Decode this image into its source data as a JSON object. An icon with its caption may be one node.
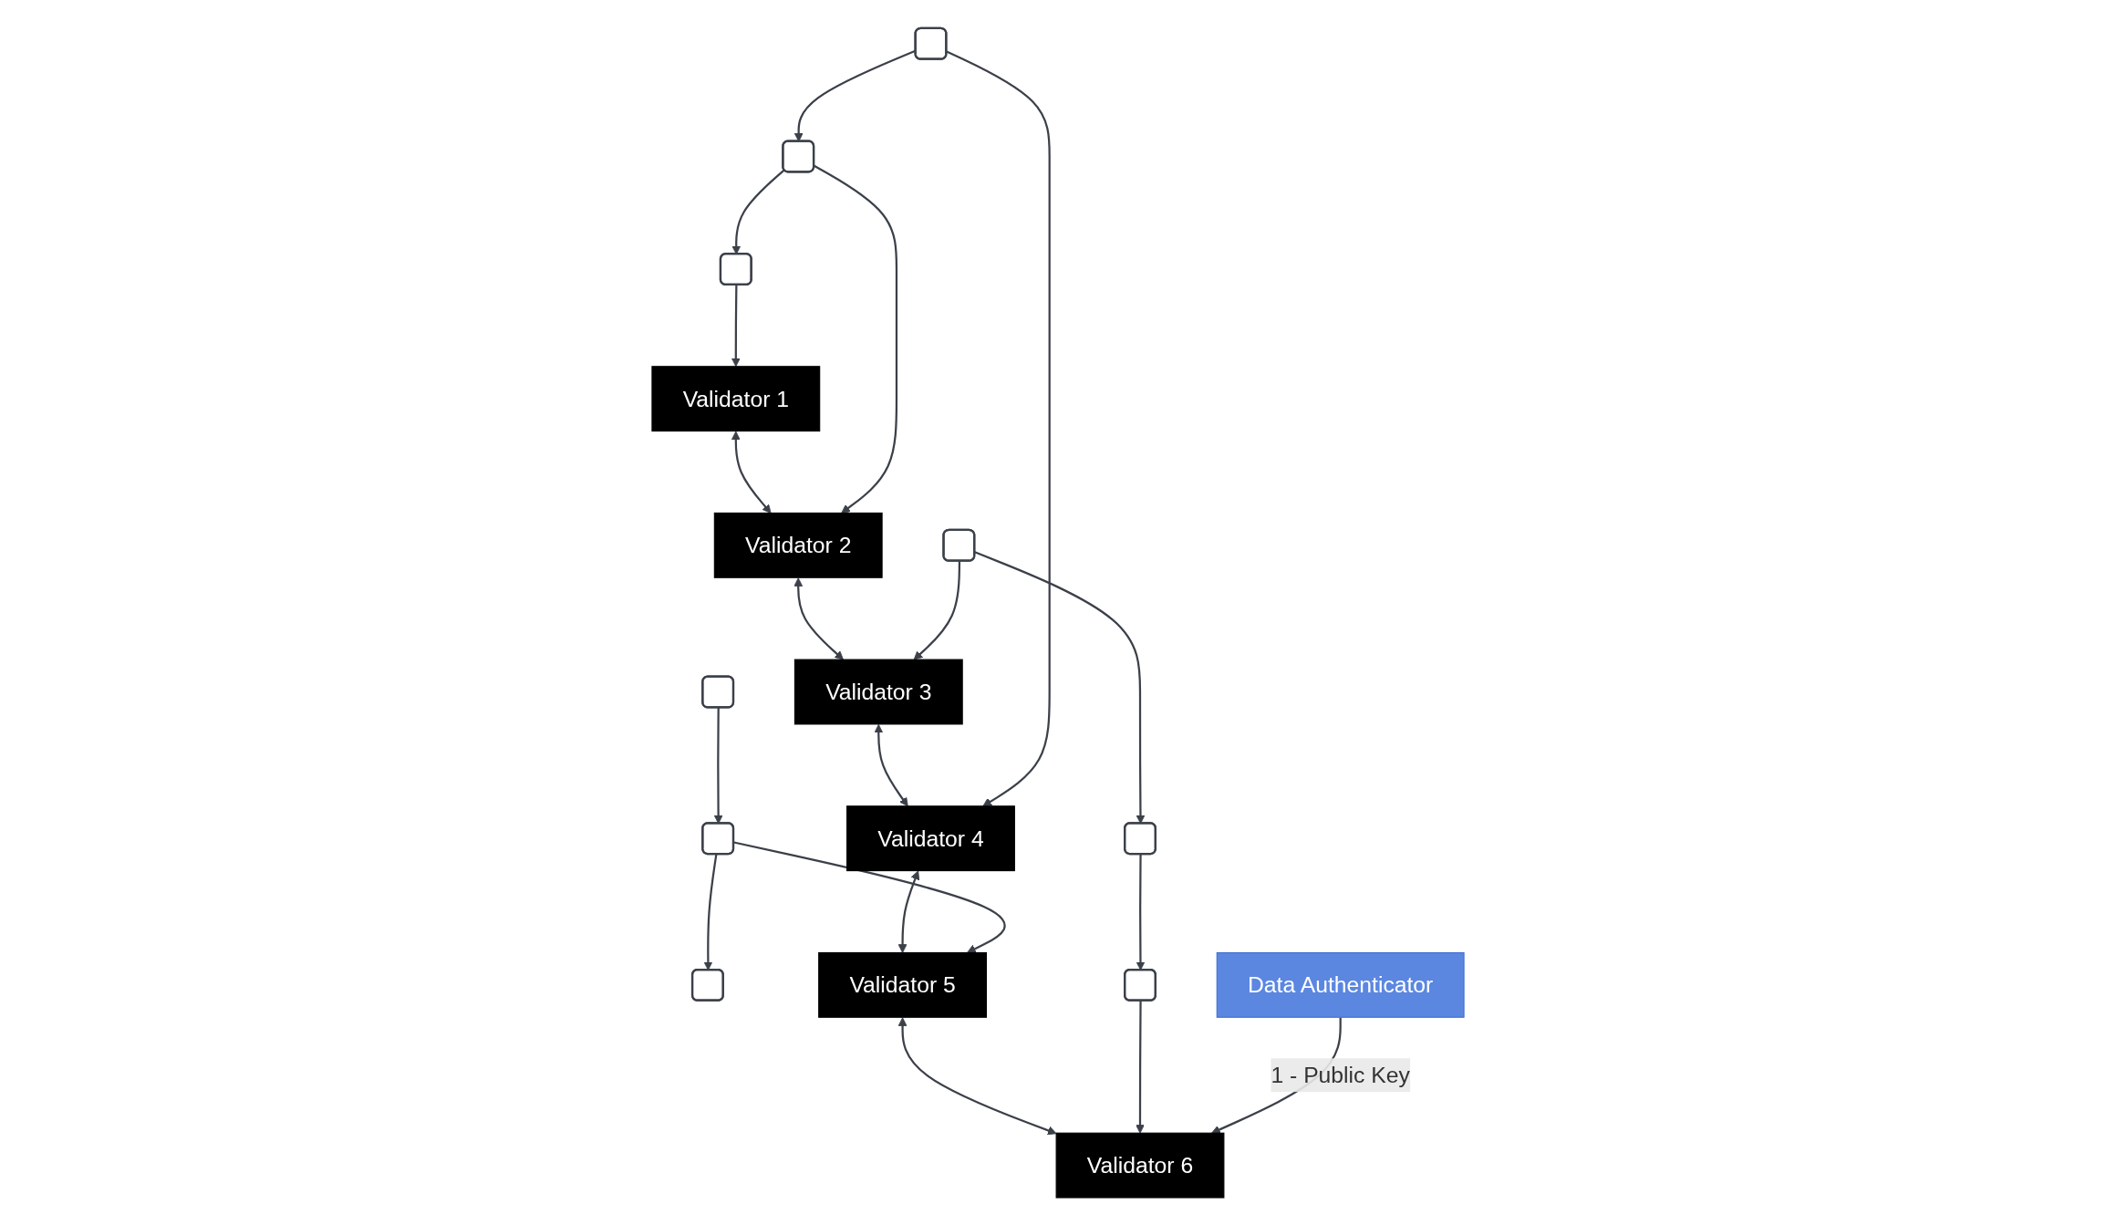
{
  "diagram": {
    "nodes": [
      {
        "text": [
          "Validator 1"
        ]
      },
      {
        "text": [
          "Validator 2"
        ]
      },
      {
        "text": [
          "Validator 3"
        ]
      },
      {
        "text": [],
        "shape": "box"
      },
      {
        "text": [],
        "shape": "box"
      },
      {
        "text": [],
        "shape": "box"
      },
      {
        "text": [],
        "shape": "box"
      },
      {
        "text": [],
        "shape": "box"
      },
      {
        "text": [],
        "shape": "box"
      },
      {
        "text": [],
        "shape": "box"
      },
      {
        "text": [],
        "shape": "box"
      },
      {
        "text": [],
        "shape": "box"
      },
      {
        "text": [
          "Validator 4"
        ]
      },
      {
        "text": [
          "Data Authenticator"
        ]
      },
      {
        "text": [
          "Validator 6"
        ]
      },
      {
        "text": [
          "Validator 5"
        ]
      }
    ],
    "edges": [
      {
        "from": 0,
        "to": 1,
        "arrow": "both"
      },
      {
        "from": 1,
        "to": 2,
        "arrow": "both"
      },
      {
        "from": 2,
        "to": 12,
        "arrow": "both"
      },
      {
        "from": 12,
        "to": 15,
        "arrow": "both"
      },
      {
        "from": 15,
        "to": 14,
        "arrow": "both"
      },
      {
        "from": 4,
        "to": 0,
        "arrow": "to"
      },
      {
        "from": 3,
        "to": 1,
        "arrow": "to"
      },
      {
        "from": 3,
        "to": 4,
        "arrow": "to"
      },
      {
        "from": 5,
        "to": 2,
        "arrow": "to"
      },
      {
        "from": 5,
        "to": 7,
        "arrow": "to"
      },
      {
        "from": 7,
        "to": 9,
        "arrow": "to"
      },
      {
        "from": 8,
        "to": 10,
        "arrow": "to"
      },
      {
        "from": 9,
        "to": 14,
        "arrow": "to"
      },
      {
        "from": 10,
        "to": 6,
        "arrow": "to"
      },
      {
        "from": 10,
        "to": 15,
        "arrow": "to"
      },
      {
        "from": 11,
        "to": 12,
        "arrow": "to"
      },
      {
        "from": 11,
        "to": 3,
        "arrow": "to"
      },
      {
        "from": 13,
        "to": 14,
        "label": "1 - Public Key",
        "arrow": "to"
      }
    ]
  }
}
